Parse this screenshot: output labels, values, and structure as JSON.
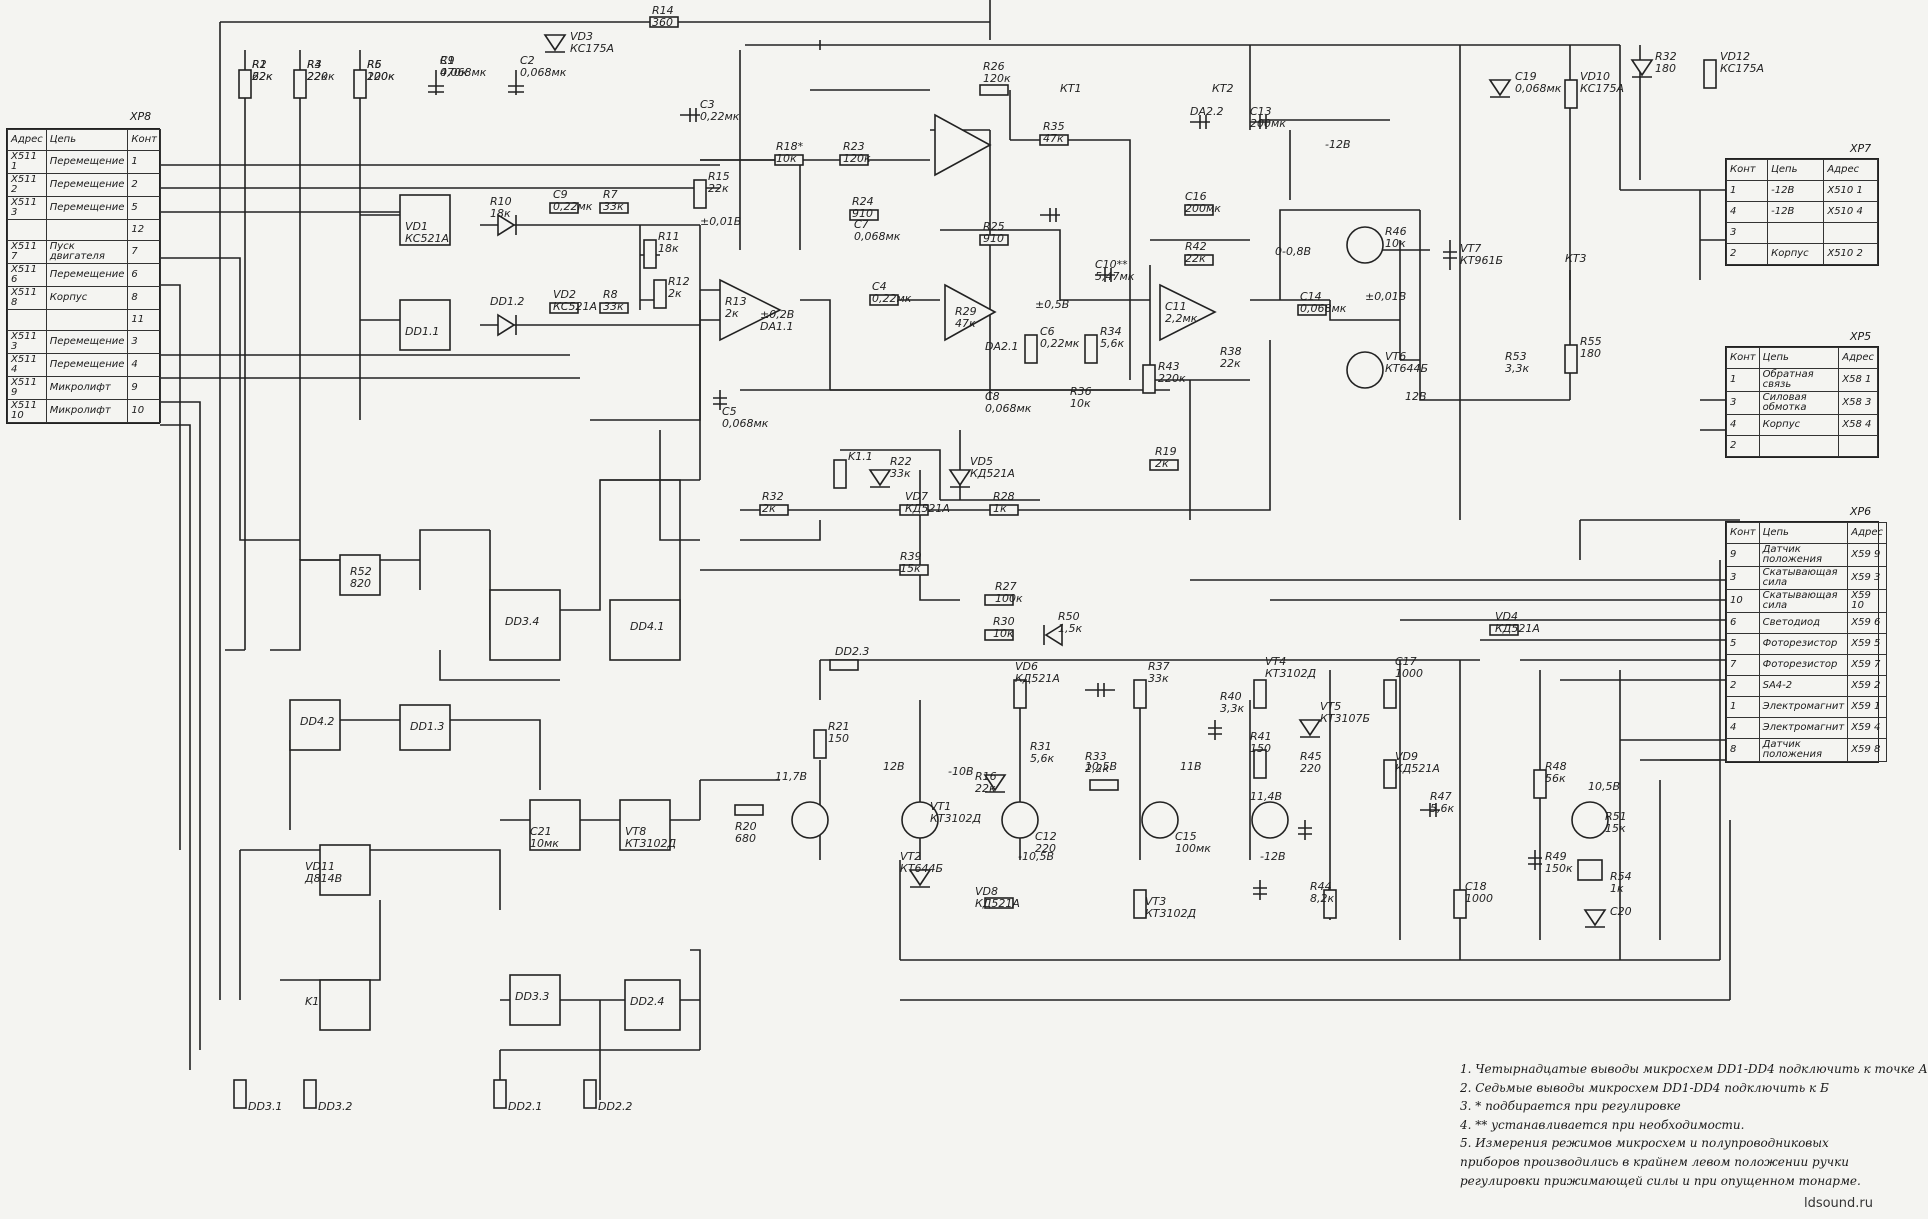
{
  "connectors": {
    "xp8": {
      "title": "XP8",
      "headers": [
        "Адрес",
        "Цепь",
        "Конт"
      ],
      "rows": [
        [
          "X511 1",
          "Перемещение",
          "1"
        ],
        [
          "X511 2",
          "Перемещение",
          "2"
        ],
        [
          "X511 3",
          "Перемещение",
          "5"
        ],
        [
          "",
          "",
          "12"
        ],
        [
          "X511 7",
          "Пуск двигателя",
          "7"
        ],
        [
          "X511 6",
          "Перемещение",
          "6"
        ],
        [
          "X511 8",
          "Корпус",
          "8"
        ],
        [
          "",
          "",
          "11"
        ],
        [
          "X511 3",
          "Перемещение",
          "3"
        ],
        [
          "X511 4",
          "Перемещение",
          "4"
        ],
        [
          "X511 9",
          "Микролифт",
          "9"
        ],
        [
          "X511 10",
          "Микролифт",
          "10"
        ]
      ]
    },
    "xp7": {
      "title": "XP7",
      "headers": [
        "Конт",
        "Цепь",
        "Адрес"
      ],
      "rows": [
        [
          "1",
          "-12В",
          "X510 1"
        ],
        [
          "4",
          "-12В",
          "X510 4"
        ],
        [
          "3",
          "",
          ""
        ],
        [
          "2",
          "Корпус",
          "X510 2"
        ]
      ]
    },
    "xp5": {
      "title": "XP5",
      "headers": [
        "Конт",
        "Цепь",
        "Адрес"
      ],
      "rows": [
        [
          "1",
          "Обратная связь",
          "X58 1"
        ],
        [
          "3",
          "Силовая обмотка",
          "X58 3"
        ],
        [
          "4",
          "Корпус",
          "X58 4"
        ],
        [
          "2",
          "",
          ""
        ]
      ]
    },
    "xp6": {
      "title": "XP6",
      "headers": [
        "Конт",
        "Цепь",
        "Адрес"
      ],
      "rows": [
        [
          "9",
          "Датчик положения",
          "X59 9"
        ],
        [
          "3",
          "Скатывающая сила",
          "X59 3"
        ],
        [
          "10",
          "Скатывающая сила",
          "X59 10"
        ],
        [
          "6",
          "Светодиод",
          "X59 6"
        ],
        [
          "5",
          "Фоторезистор",
          "X59 5"
        ],
        [
          "7",
          "Фоторезистор",
          "X59 7"
        ],
        [
          "2",
          "SA4-2",
          "X59 2"
        ],
        [
          "1",
          "Электромагнит",
          "X59 1"
        ],
        [
          "4",
          "Электромагнит",
          "X59 4"
        ],
        [
          "8",
          "Датчик положения",
          "X59 8"
        ]
      ]
    }
  },
  "components": [
    {
      "ref": "R1",
      "value": "62к"
    },
    {
      "ref": "R3",
      "value": "220к"
    },
    {
      "ref": "R5",
      "value": "220к"
    },
    {
      "ref": "C1",
      "value": "0,068мк"
    },
    {
      "ref": "C2",
      "value": "0,068мк"
    },
    {
      "ref": "VD3",
      "value": "КС175А"
    },
    {
      "ref": "R14",
      "value": "360"
    },
    {
      "ref": "R26",
      "value": "120к"
    },
    {
      "ref": "R35",
      "value": "47к"
    },
    {
      "ref": "C3",
      "value": "0,22мк"
    },
    {
      "ref": "R18*",
      "value": "10к"
    },
    {
      "ref": "R23",
      "value": "120к"
    },
    {
      "ref": "R15",
      "value": "22к"
    },
    {
      "ref": "R24",
      "value": "910"
    },
    {
      "ref": "C7",
      "value": "0,068мк"
    },
    {
      "ref": "C9",
      "value": "0,22мк"
    },
    {
      "ref": "R7",
      "value": "33к"
    },
    {
      "ref": "R10",
      "value": "18к"
    },
    {
      "ref": "VD1",
      "value": "КС521А"
    },
    {
      "ref": "DD1.1",
      "value": ""
    },
    {
      "ref": "DD1.2",
      "value": ""
    },
    {
      "ref": "VD2",
      "value": "КС521А"
    },
    {
      "ref": "R8",
      "value": "33к"
    },
    {
      "ref": "R11",
      "value": "18к"
    },
    {
      "ref": "R12",
      "value": "2к"
    },
    {
      "ref": "R13",
      "value": "2к"
    },
    {
      "ref": "DA1.1",
      "value": ""
    },
    {
      "ref": "C5",
      "value": "0,068мк"
    },
    {
      "ref": "C4",
      "value": "0,22мк"
    },
    {
      "ref": "R25",
      "value": "910"
    },
    {
      "ref": "R29",
      "value": "47к"
    },
    {
      "ref": "DA2.1",
      "value": ""
    },
    {
      "ref": "C8",
      "value": "0,068мк"
    },
    {
      "ref": "C6",
      "value": "0,22мк"
    },
    {
      "ref": "R34",
      "value": "5,6к"
    },
    {
      "ref": "R36",
      "value": "10к"
    },
    {
      "ref": "C10**",
      "value": "5,47мк"
    },
    {
      "ref": "C11",
      "value": "2,2мк"
    },
    {
      "ref": "DA2.2",
      "value": ""
    },
    {
      "ref": "C13",
      "value": "200мк"
    },
    {
      "ref": "C16",
      "value": "200мк"
    },
    {
      "ref": "R42",
      "value": "22к"
    },
    {
      "ref": "R43",
      "value": "220к"
    },
    {
      "ref": "R38",
      "value": "22к"
    },
    {
      "ref": "C14",
      "value": "0,068мк"
    },
    {
      "ref": "R46",
      "value": "10к"
    },
    {
      "ref": "VT6",
      "value": "КТ644Б"
    },
    {
      "ref": "VT7",
      "value": "КТ961Б"
    },
    {
      "ref": "C19",
      "value": "0,068мк"
    },
    {
      "ref": "VD10",
      "value": "КС175А"
    },
    {
      "ref": "R32",
      "value": "180"
    },
    {
      "ref": "VD12",
      "value": "КС175А"
    },
    {
      "ref": "R55",
      "value": "180"
    },
    {
      "ref": "R53",
      "value": "3,3к"
    },
    {
      "ref": "K1.1",
      "value": ""
    },
    {
      "ref": "R22",
      "value": "33к"
    },
    {
      "ref": "VD5",
      "value": "КД521А"
    },
    {
      "ref": "VD7",
      "value": "КД521А"
    },
    {
      "ref": "R28",
      "value": "1к"
    },
    {
      "ref": "R32",
      "value": "2к"
    },
    {
      "ref": "R19",
      "value": "2к"
    },
    {
      "ref": "R39",
      "value": "15к"
    },
    {
      "ref": "R27",
      "value": "100к"
    },
    {
      "ref": "R30",
      "value": "10к"
    },
    {
      "ref": "R50",
      "value": "1,5к"
    },
    {
      "ref": "VD4",
      "value": "КД521А"
    },
    {
      "ref": "R52",
      "value": "820"
    },
    {
      "ref": "DD3.4",
      "value": ""
    },
    {
      "ref": "DD4.1",
      "value": ""
    },
    {
      "ref": "DD4.2",
      "value": ""
    },
    {
      "ref": "DD1.3",
      "value": ""
    },
    {
      "ref": "DD2.3",
      "value": ""
    },
    {
      "ref": "R21",
      "value": "150"
    },
    {
      "ref": "R20",
      "value": "680"
    },
    {
      "ref": "VT1",
      "value": "КТ3102Д"
    },
    {
      "ref": "R16",
      "value": "22к"
    },
    {
      "ref": "VT2",
      "value": "КТ644Б"
    },
    {
      "ref": "VD8",
      "value": "КД521А"
    },
    {
      "ref": "VD6",
      "value": "КД521А"
    },
    {
      "ref": "R31",
      "value": "5,6к"
    },
    {
      "ref": "R33",
      "value": "2,2к"
    },
    {
      "ref": "C12",
      "value": "220"
    },
    {
      "ref": "R37",
      "value": "33к"
    },
    {
      "ref": "VT3",
      "value": "КТ3102Д"
    },
    {
      "ref": "R40",
      "value": "3,3к"
    },
    {
      "ref": "VT4",
      "value": "КТ3102Д"
    },
    {
      "ref": "R41",
      "value": "150"
    },
    {
      "ref": "C15",
      "value": "100мк"
    },
    {
      "ref": "R45",
      "value": "220"
    },
    {
      "ref": "R44",
      "value": "8,2к"
    },
    {
      "ref": "VT5",
      "value": "КТ3107Б"
    },
    {
      "ref": "C17",
      "value": "1000"
    },
    {
      "ref": "VD9",
      "value": "КД521А"
    },
    {
      "ref": "C18",
      "value": "1000"
    },
    {
      "ref": "R47",
      "value": "5,6к"
    },
    {
      "ref": "R48",
      "value": "56к"
    },
    {
      "ref": "R49",
      "value": "150к"
    },
    {
      "ref": "R51",
      "value": "15к"
    },
    {
      "ref": "C20",
      "value": ""
    },
    {
      "ref": "R54",
      "value": "1к"
    },
    {
      "ref": "C21",
      "value": "10мк"
    },
    {
      "ref": "VT8",
      "value": "КТ3102Д"
    },
    {
      "ref": "VD11",
      "value": "Д814В"
    },
    {
      "ref": "K1",
      "value": ""
    },
    {
      "ref": "DD3.3",
      "value": ""
    },
    {
      "ref": "DD2.4",
      "value": ""
    },
    {
      "ref": "DD3.1",
      "value": ""
    },
    {
      "ref": "DD3.2",
      "value": ""
    },
    {
      "ref": "DD2.1",
      "value": ""
    },
    {
      "ref": "DD2.2",
      "value": ""
    },
    {
      "ref": "R2",
      "value": "22к"
    },
    {
      "ref": "R4",
      "value": "22к"
    },
    {
      "ref": "R6",
      "value": "100к"
    },
    {
      "ref": "R9",
      "value": "470к"
    }
  ],
  "test_points": [
    "КТ1",
    "КТ2",
    "КТ3"
  ],
  "voltages": [
    "±0,01В",
    "-12В",
    "0-0,8В",
    "±0,01В",
    "11,7В",
    "12В",
    "-10В",
    "-10,5В",
    "10,5В",
    "11В",
    "11,4В",
    "12В",
    "-12В",
    "10,5В",
    "±0,2В",
    "±0,5В"
  ],
  "notes": [
    "1. Четырнадцатые выводы микросхем DD1-DD4 подключить к точке А",
    "2. Седьмые выводы микросхем DD1-DD4 подключить к Б",
    "3. * подбирается при регулировке",
    "4. ** устанавливается при необходимости.",
    "5. Измерения режимов микросхем и полупроводниковых приборов производились в крайнем левом положении ручки регулировки прижимающей силы и при опущенном тонарме."
  ],
  "watermark": "ldsound.ru"
}
